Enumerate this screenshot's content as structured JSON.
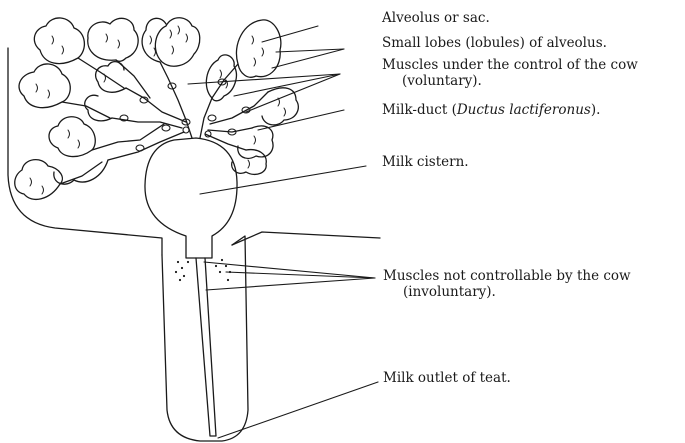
{
  "labels": {
    "alveolus": "Alveolus or sac.",
    "lobules": "Small lobes (lobules) of alveolus.",
    "voluntary_line1": "Muscles under the control of the cow",
    "voluntary_line2": "(voluntary).",
    "duct_prefix": "Milk-duct (",
    "duct_latin": "Ductus lactiferonus",
    "duct_suffix": ").",
    "cistern": "Milk cistern.",
    "involuntary_line1": "Muscles not controllable by the cow",
    "involuntary_line2": "(involuntary).",
    "outlet": "Milk outlet of teat."
  },
  "colors": {
    "ink": "#1a1a1a",
    "background": "#ffffff"
  }
}
